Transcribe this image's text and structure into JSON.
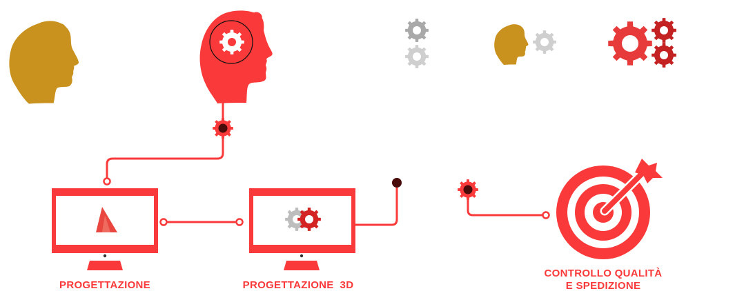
{
  "colors": {
    "red": "#fa3a3a",
    "dark_red": "#d42323",
    "gold": "#c9921f",
    "gray": "#a9a9a9",
    "light_gray": "#cfcfcf",
    "dot": "#4a0b0b"
  },
  "steps": [
    {
      "label": "PROGETTAZIONE"
    },
    {
      "label": "PROGETTAZIONE  3D"
    },
    {
      "label_line1": "CONTROLLO QUALITÀ",
      "label_line2": "E SPEDIZIONE"
    }
  ]
}
